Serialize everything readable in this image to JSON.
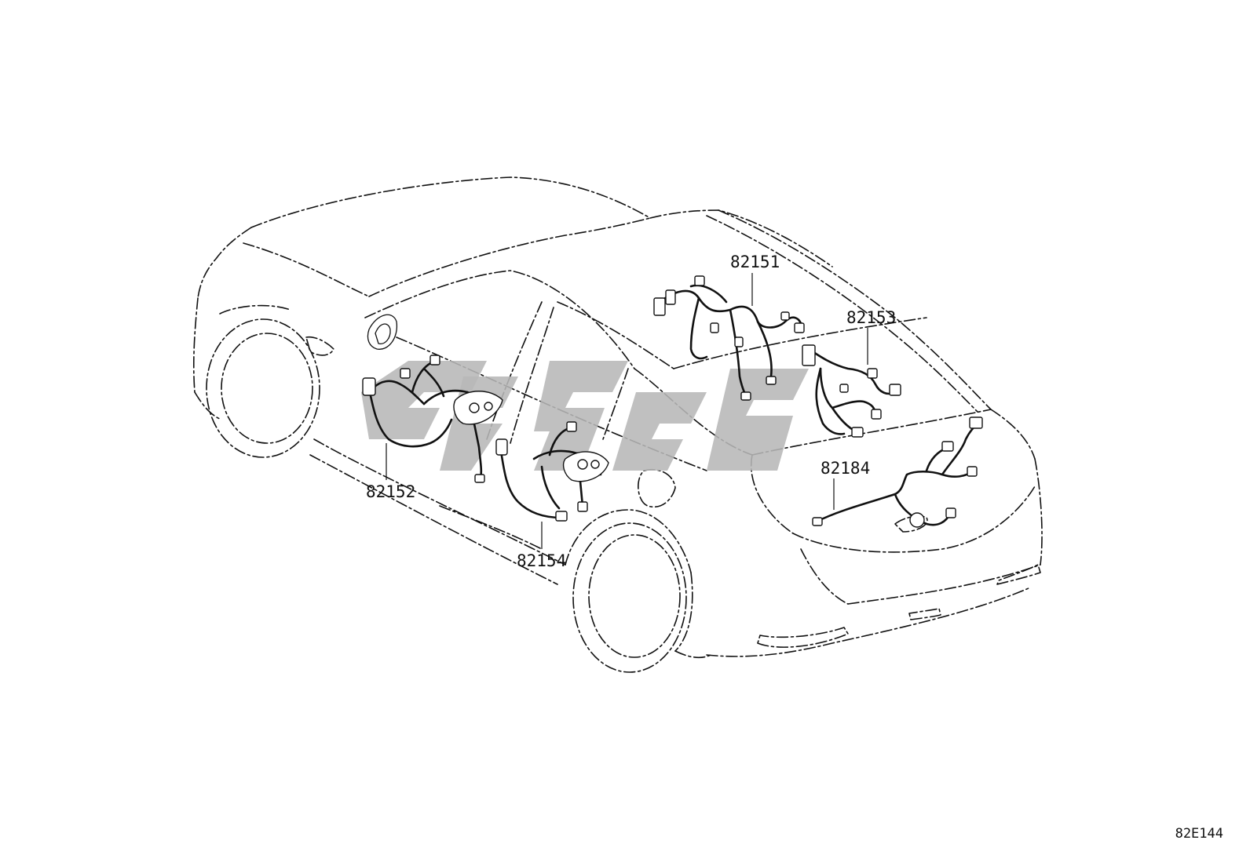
{
  "diagram": {
    "parts": [
      {
        "id": "82151"
      },
      {
        "id": "82153"
      },
      {
        "id": "82184"
      },
      {
        "id": "82152"
      },
      {
        "id": "82154"
      }
    ],
    "diagram_id": "82E144"
  }
}
